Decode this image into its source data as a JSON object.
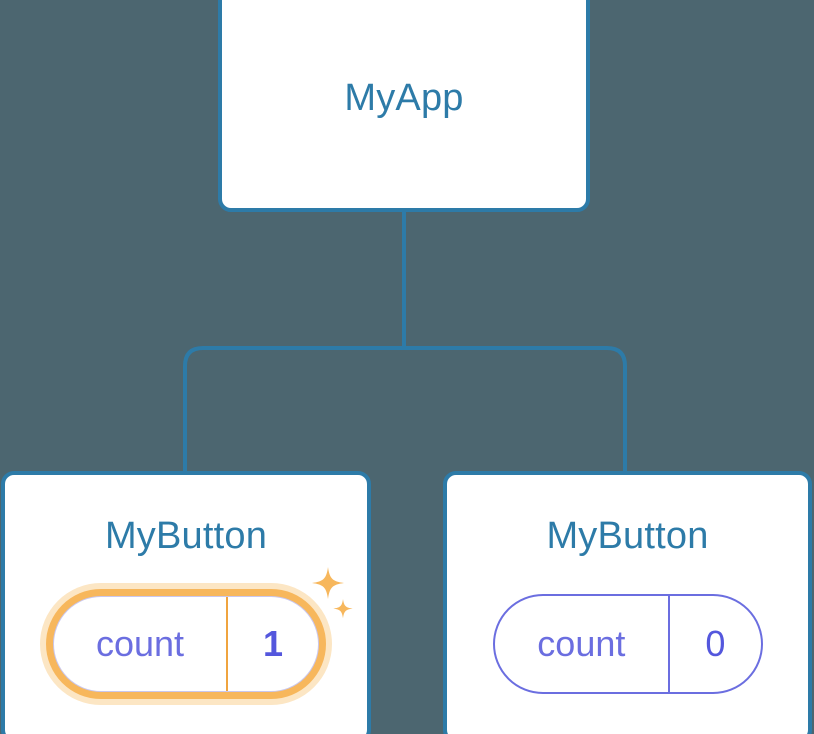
{
  "diagram": {
    "kind": "component-tree",
    "background_color": "#4c6670",
    "edge_color": "#2d7ba8",
    "node_border_color": "#2d7ba8",
    "node_fill_color": "#ffffff",
    "title_color": "#2d7ba8",
    "state_text_color": "#6b6ee0",
    "highlight_color": "#f7b75c",
    "highlight_glow_color": "#fce6c4",
    "sparkle_color": "#f7b75c"
  },
  "root": {
    "title": "MyApp"
  },
  "children": [
    {
      "title": "MyButton",
      "state": {
        "key": "count",
        "value": "1"
      },
      "highlighted": true,
      "sparkle_icons": [
        "sparkle-large-icon",
        "sparkle-small-icon"
      ]
    },
    {
      "title": "MyButton",
      "state": {
        "key": "count",
        "value": "0"
      },
      "highlighted": false,
      "sparkle_icons": []
    }
  ]
}
